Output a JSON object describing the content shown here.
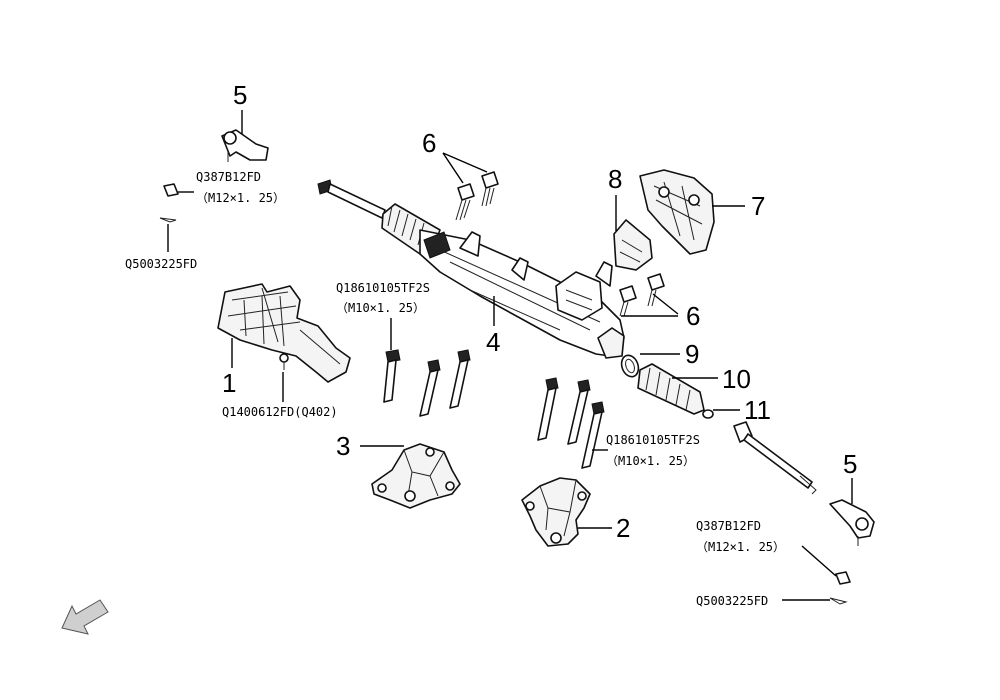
{
  "callouts": {
    "n1": "1",
    "n2": "2",
    "n3": "3",
    "n4": "4",
    "n5a": "5",
    "n5b": "5",
    "n6a": "6",
    "n6b": "6",
    "n7": "7",
    "n8": "8",
    "n9": "9",
    "n10": "10",
    "n11": "11"
  },
  "part_numbers": {
    "tie_rod_nut_left": "Q387B12FD",
    "tie_rod_nut_left_spec": "（M12×1. 25）",
    "cotter_pin_left": "Q5003225FD",
    "bolt_center": "Q18610105TF2S",
    "bolt_center_spec": "（M10×1. 25）",
    "heat_shield_bolt": "Q1400612FD(Q402)",
    "bolt_right": "Q18610105TF2S",
    "bolt_right_spec": "（M10×1. 25）",
    "tie_rod_nut_right": "Q387B12FD",
    "tie_rod_nut_right_spec": "（M12×1. 25）",
    "cotter_pin_right": "Q5003225FD"
  },
  "icons": {
    "front_arrow": "direction-arrow-icon"
  },
  "colors": {
    "ink": "#111111",
    "arrow_fill": "#cfcfcf"
  }
}
